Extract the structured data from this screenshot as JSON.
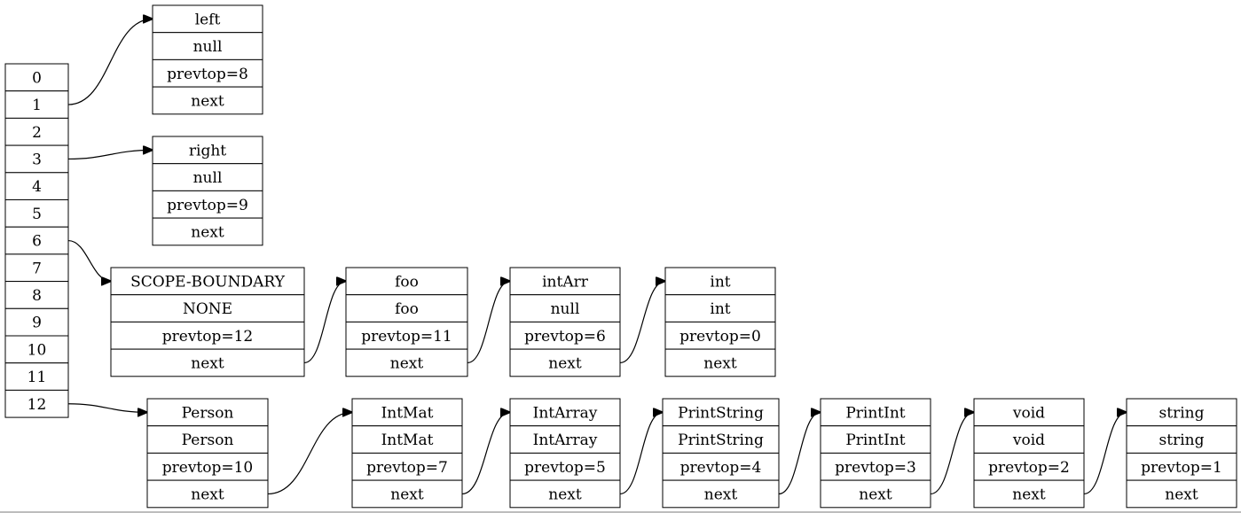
{
  "hash_table": {
    "slots": [
      "0",
      "1",
      "2",
      "3",
      "4",
      "5",
      "6",
      "7",
      "8",
      "9",
      "10",
      "11",
      "12"
    ]
  },
  "nodes": [
    {
      "id": "left",
      "fields": [
        "left",
        "null",
        "prevtop=8",
        "next"
      ]
    },
    {
      "id": "right",
      "fields": [
        "right",
        "null",
        "prevtop=9",
        "next"
      ]
    },
    {
      "id": "scope",
      "fields": [
        "SCOPE-BOUNDARY",
        "NONE",
        "prevtop=12",
        "next"
      ]
    },
    {
      "id": "foo",
      "fields": [
        "foo",
        "foo",
        "prevtop=11",
        "next"
      ]
    },
    {
      "id": "intArr",
      "fields": [
        "intArr",
        "null",
        "prevtop=6",
        "next"
      ]
    },
    {
      "id": "int",
      "fields": [
        "int",
        "int",
        "prevtop=0",
        "next"
      ]
    },
    {
      "id": "Person",
      "fields": [
        "Person",
        "Person",
        "prevtop=10",
        "next"
      ]
    },
    {
      "id": "IntMat",
      "fields": [
        "IntMat",
        "IntMat",
        "prevtop=7",
        "next"
      ]
    },
    {
      "id": "IntArray",
      "fields": [
        "IntArray",
        "IntArray",
        "prevtop=5",
        "next"
      ]
    },
    {
      "id": "PrintString",
      "fields": [
        "PrintString",
        "PrintString",
        "prevtop=4",
        "next"
      ]
    },
    {
      "id": "PrintInt",
      "fields": [
        "PrintInt",
        "PrintInt",
        "prevtop=3",
        "next"
      ]
    },
    {
      "id": "void",
      "fields": [
        "void",
        "void",
        "prevtop=2",
        "next"
      ]
    },
    {
      "id": "string",
      "fields": [
        "string",
        "string",
        "prevtop=1",
        "next"
      ]
    }
  ],
  "edges": [
    {
      "from": "slot:1",
      "to": "left"
    },
    {
      "from": "slot:3",
      "to": "right"
    },
    {
      "from": "slot:6",
      "to": "scope"
    },
    {
      "from": "slot:12",
      "to": "Person"
    },
    {
      "from": "scope",
      "to": "foo"
    },
    {
      "from": "foo",
      "to": "intArr"
    },
    {
      "from": "intArr",
      "to": "int"
    },
    {
      "from": "Person",
      "to": "IntMat"
    },
    {
      "from": "IntMat",
      "to": "IntArray"
    },
    {
      "from": "IntArray",
      "to": "PrintString"
    },
    {
      "from": "PrintString",
      "to": "PrintInt"
    },
    {
      "from": "PrintInt",
      "to": "void"
    },
    {
      "from": "void",
      "to": "string"
    }
  ],
  "colors": {
    "stroke": "#000000",
    "fill": "#ffffff",
    "text": "#000000"
  }
}
